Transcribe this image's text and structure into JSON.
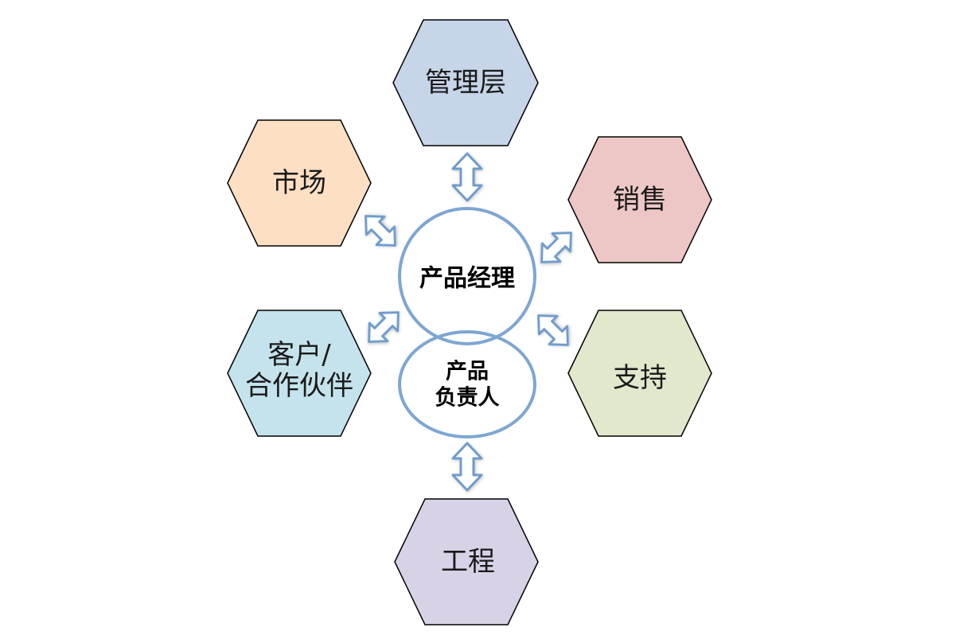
{
  "nodes": {
    "management": {
      "label": "管理层",
      "color": "#c6d5e8"
    },
    "marketing": {
      "label": "市场",
      "color": "#fddfc4"
    },
    "sales": {
      "label": "销售",
      "color": "#edc6c6"
    },
    "customers": {
      "label_line1": "客户/",
      "label_line2": "合作伙伴",
      "color": "#c5e3ec"
    },
    "support": {
      "label": "支持",
      "color": "#e1e8cc"
    },
    "engineering": {
      "label": "工程",
      "color": "#d8d2e6"
    }
  },
  "center": {
    "product_manager": "产品经理",
    "product_owner_line1": "产品",
    "product_owner_line2": "负责人",
    "circle_color": "#7ea6d2"
  },
  "arrow_color": "#6f9ccc"
}
